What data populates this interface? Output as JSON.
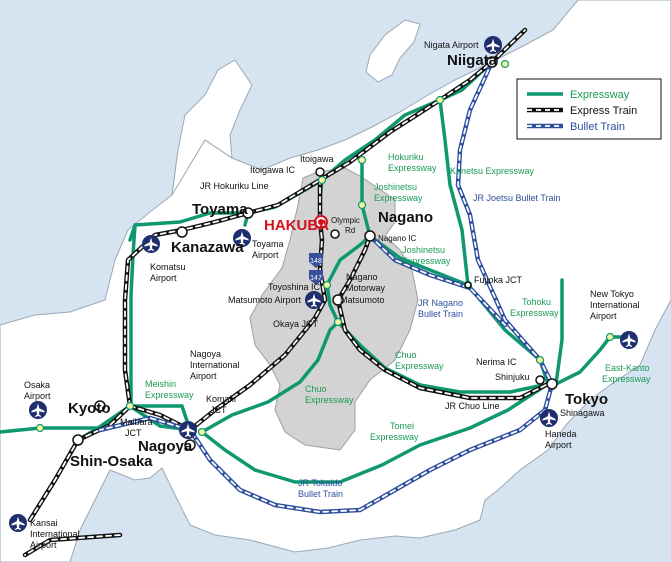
{
  "colors": {
    "sea": "#d6e4f1",
    "land": "#ffffff",
    "nagano_pref": "#d3d3d3",
    "expressway": "#0f9870",
    "rail": "#111111",
    "bullet": "#2e4f9e",
    "hakuba": "#d01420",
    "airport": "#1f2f6e",
    "expressway_label": "#1a9a55",
    "bullet_label": "#2e4f9e"
  },
  "legend": {
    "expressway": "Expressway",
    "express_train": "Express Train",
    "bullet_train": "Bullet Train"
  },
  "cities": {
    "niigata": "Niigata",
    "toyama": "Toyama",
    "kanazawa": "Kanazawa",
    "nagano": "Nagano",
    "hakuba": "HAKUBA",
    "kyoto": "Kyoto",
    "shin_osaka": "Shin-Osaka",
    "nagoya": "Nagoya",
    "tokyo": "Tokyo"
  },
  "places": {
    "itoigawa": "Itoigawa",
    "itoigawa_ic": "Itoigawa IC",
    "olympic_rd": [
      "Olympic",
      "Rd"
    ],
    "nagano_ic": "Nagano IC",
    "nagano_motorway": [
      "Nagano",
      "Motorway"
    ],
    "toyoshina_ic": "Toyoshina IC",
    "matsumoto": "Matsumoto",
    "okaya_jct": "Okaya JCT",
    "fujioka_jct": "Fujioka JCT",
    "nerima_ic": "Nerima IC",
    "shinjuku": "Shinjuku",
    "shinagawa": "Shinagawa",
    "maibara_jct": [
      "Maibara",
      "JCT"
    ],
    "komaki_jct": [
      "Komaki",
      "JCT"
    ]
  },
  "airports": {
    "niigata": "Nigata Airport",
    "toyama": [
      "Toyama",
      "Airport"
    ],
    "komatsu": [
      "Komatsu",
      "Airport"
    ],
    "matsumoto": "Matsumoto Airport",
    "nagoya": [
      "Nagoya",
      "International",
      "Airport"
    ],
    "osaka": [
      "Osaka",
      "Airport"
    ],
    "kansai": [
      "Kansai",
      "International",
      "Airport"
    ],
    "haneda": [
      "Haneda",
      "Airport"
    ],
    "new_tokyo": [
      "New Tokyo",
      "International",
      "Airport"
    ]
  },
  "routes": {
    "hokuriku_exp": [
      "Hokuriku",
      "Expressway"
    ],
    "joshinetsu_exp_n": [
      "Joshinetsu",
      "Expressway"
    ],
    "joshinetsu_exp_s": [
      "Joshinetsu",
      "Expressway"
    ],
    "kanetsu_exp": "Kanetsu Expressway",
    "jr_joetsu": "JR Joetsu Bullet Train",
    "jr_hokuriku": "JR Hokuriku Line",
    "jr_nagano": [
      "JR Nagano",
      "Bullet Train"
    ],
    "tohoku_exp": [
      "Tohoku",
      "Expressway"
    ],
    "chuo_exp_e": [
      "Chuo",
      "Expressway"
    ],
    "chuo_exp_w": [
      "Chuo",
      "Expressway"
    ],
    "meishin_exp": [
      "Meishin",
      "Expressway"
    ],
    "tomei_exp": [
      "Tomei",
      "Expressway"
    ],
    "jr_tokaido": [
      "JR Tokaido",
      "Bullet Train"
    ],
    "jr_chuo": "JR Chuo Line",
    "east_kanto_exp": [
      "East-Kanto",
      "Expressway"
    ]
  },
  "road_numbers": {
    "r148": "148",
    "r147": "147"
  }
}
